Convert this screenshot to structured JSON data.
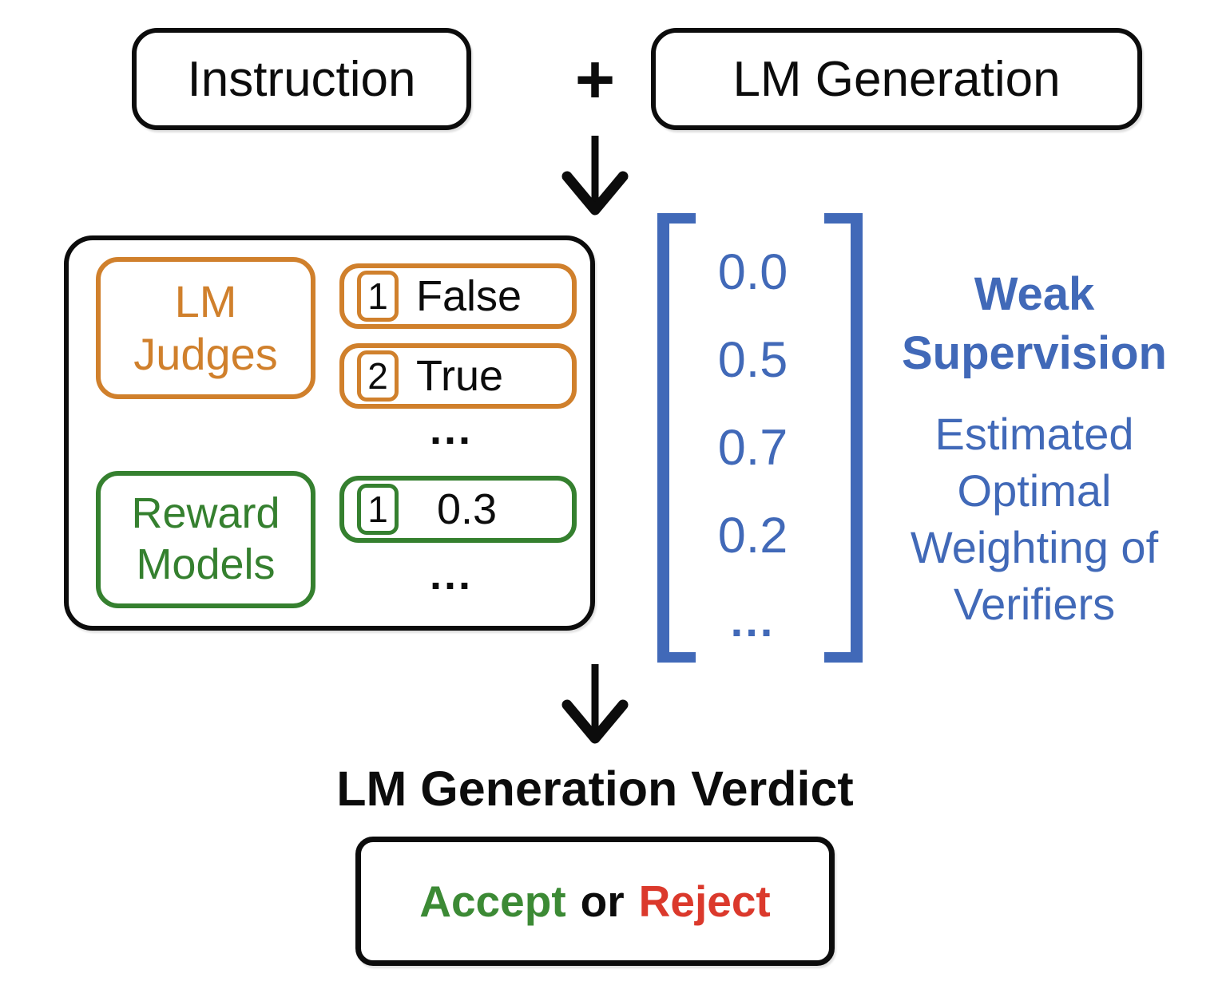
{
  "colors": {
    "black": "#0c0c0c",
    "orange": "#d0802c",
    "green": "#35802f",
    "blue": "#4169b8",
    "red": "#db392c"
  },
  "top": {
    "instruction_label": "Instruction",
    "plus_label": "+",
    "lm_generation_label": "LM Generation"
  },
  "verifiers_panel": {
    "lm_judges_label": "LM Judges",
    "judge_rows": [
      {
        "index": "1",
        "value": "False"
      },
      {
        "index": "2",
        "value": "True"
      }
    ],
    "judges_ellipsis": "...",
    "reward_models_label": "Reward Models",
    "reward_rows": [
      {
        "index": "1",
        "value": "0.3"
      }
    ],
    "rewards_ellipsis": "..."
  },
  "weights_vector": {
    "values": [
      "0.0",
      "0.5",
      "0.7",
      "0.2"
    ],
    "ellipsis": "..."
  },
  "weak_supervision": {
    "title": "Weak Supervision",
    "subtitle": "Estimated Optimal Weighting of Verifiers"
  },
  "verdict": {
    "heading": "LM Generation Verdict",
    "accept_label": "Accept",
    "or_label": "or",
    "reject_label": "Reject"
  }
}
